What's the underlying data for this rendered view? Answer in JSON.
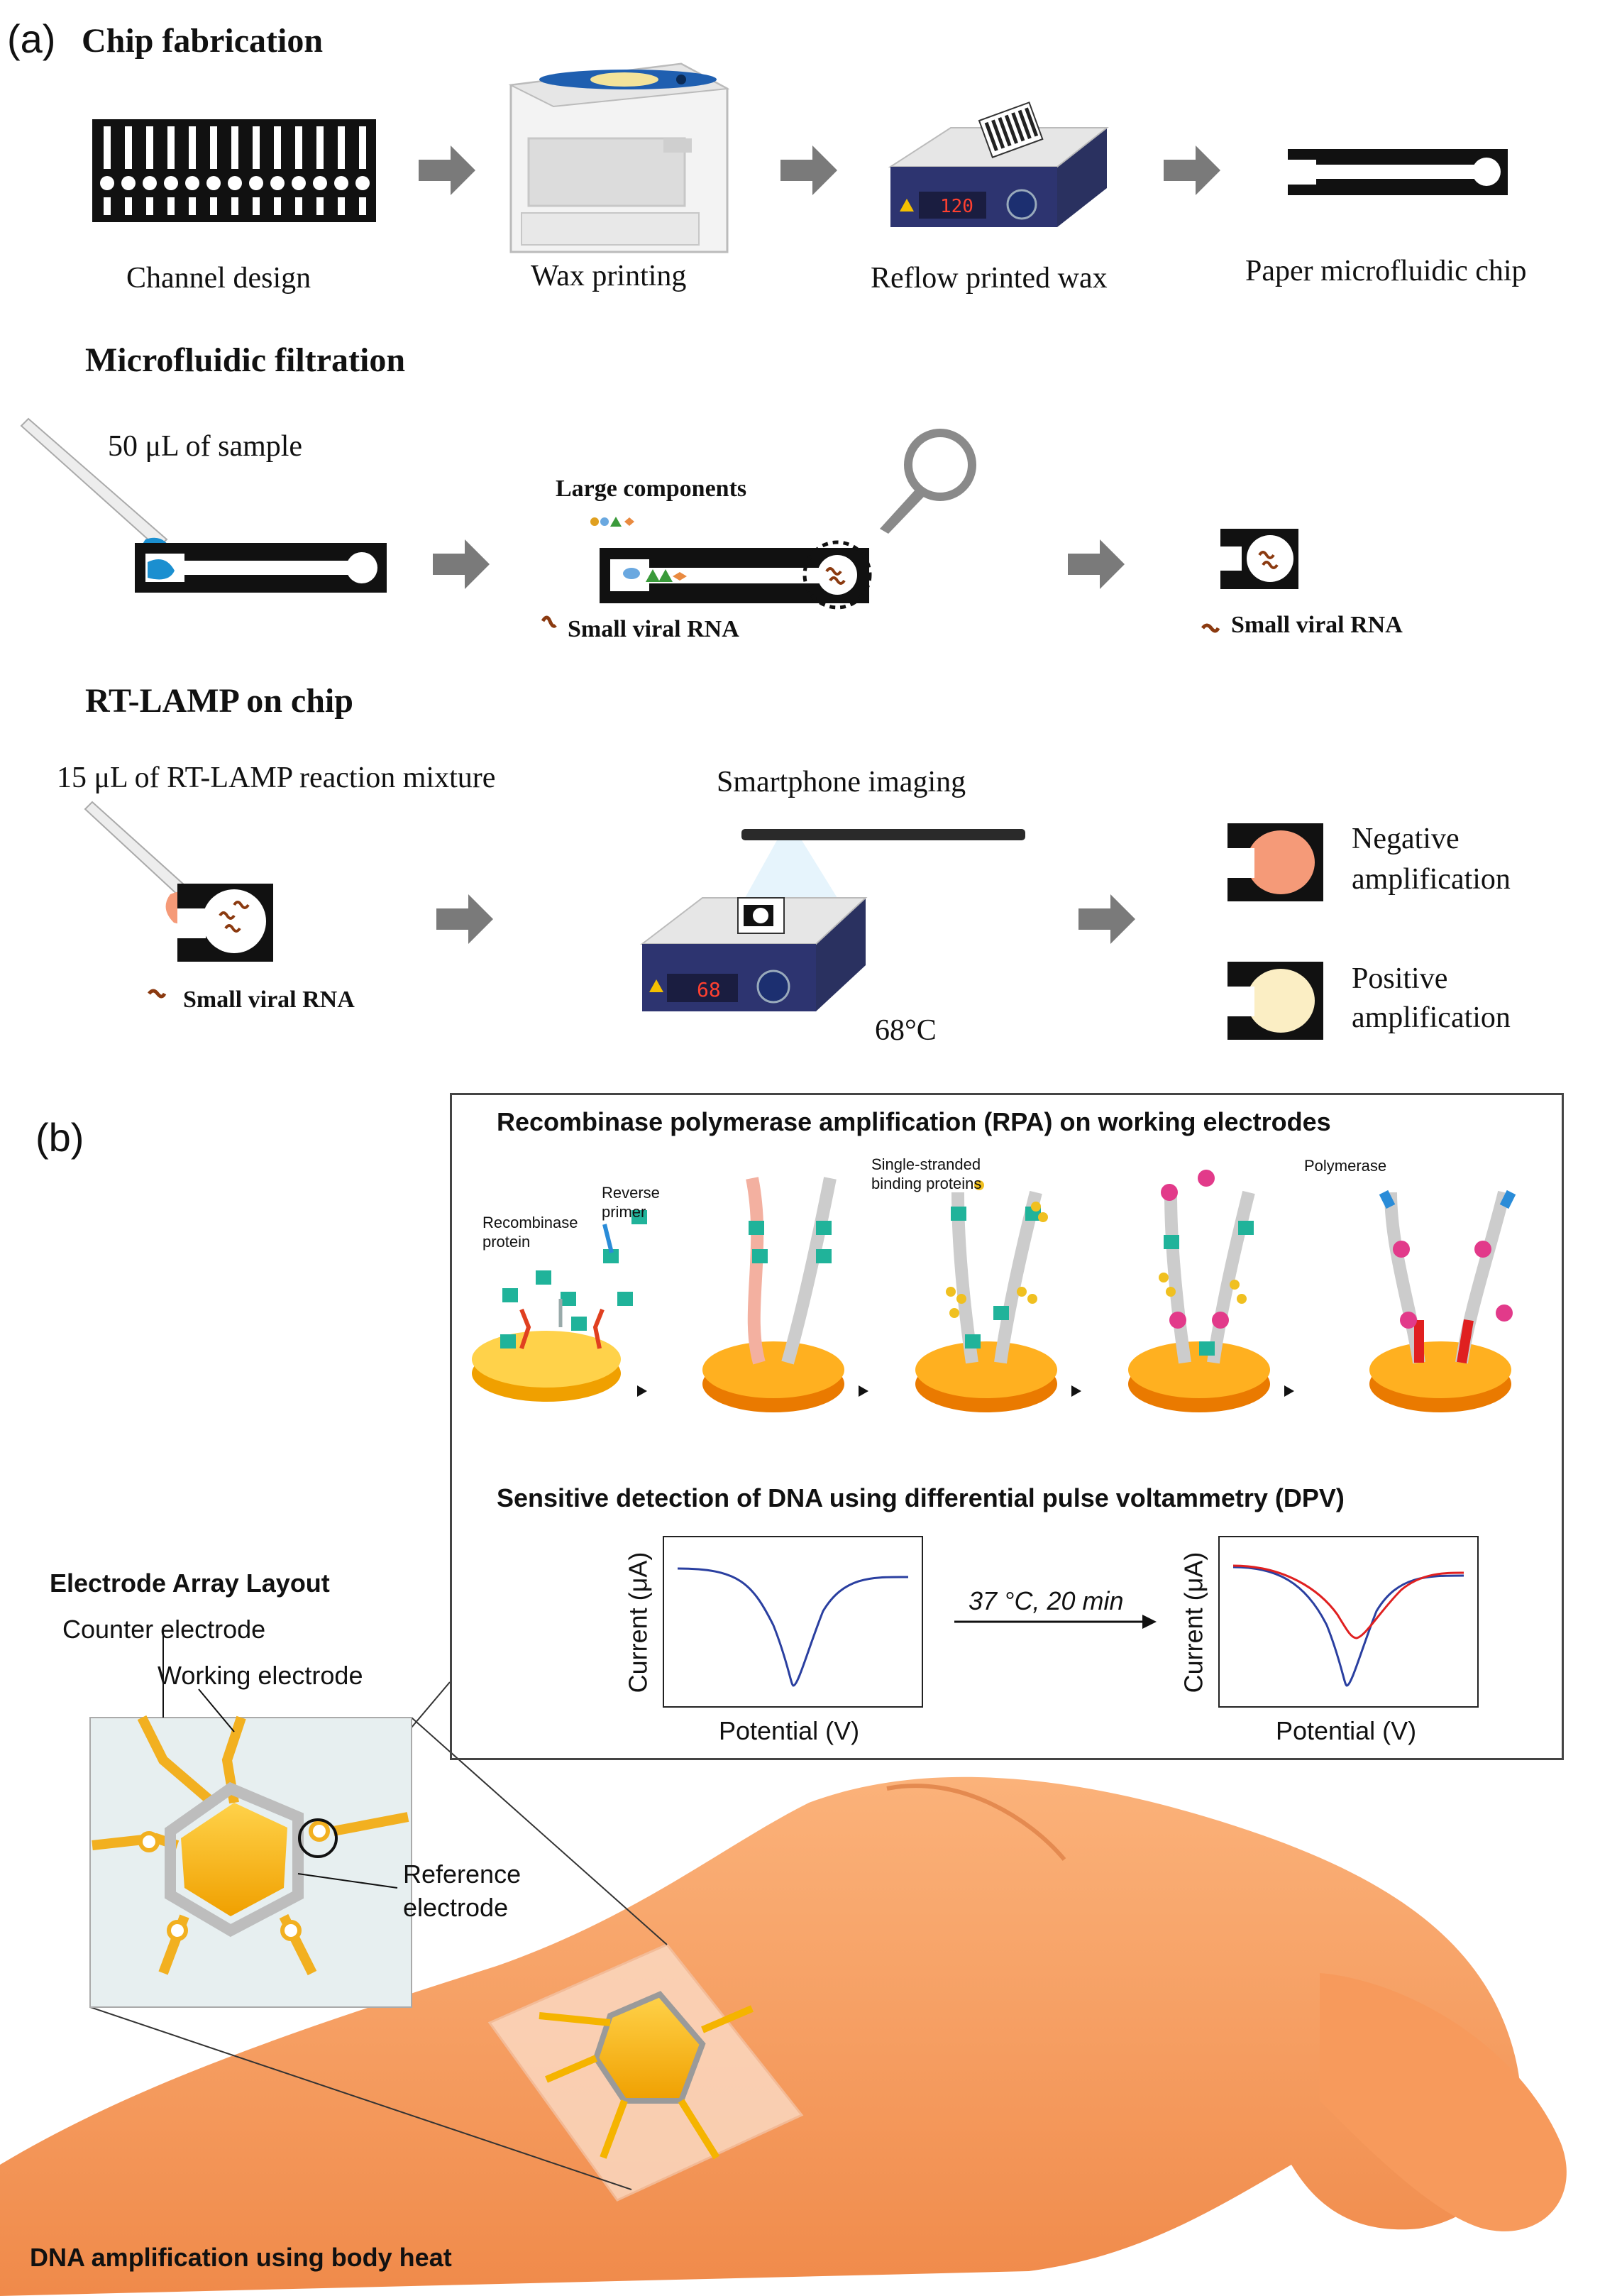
{
  "panel_a": {
    "label": "(a)",
    "chip_fabrication": {
      "title": "Chip fabrication",
      "steps": [
        "Channel design",
        "Wax printing",
        "Reflow printed wax",
        "Paper microfluidic chip"
      ],
      "hotplate_display": "120"
    },
    "microfluidic_filtration": {
      "title": "Microfluidic filtration",
      "sample_label": "50 μL of sample",
      "large_components": "Large components",
      "small_viral_rna_1": "Small viral RNA",
      "small_viral_rna_2": "Small viral RNA"
    },
    "rt_lamp": {
      "title": "RT-LAMP on chip",
      "mixture_label": "15 μL of RT-LAMP reaction mixture",
      "small_viral_rna": "Small viral RNA",
      "imaging_label": "Smartphone imaging",
      "hotplate_display": "68",
      "temperature": "68°C",
      "negative": [
        "Negative",
        "amplification"
      ],
      "positive": [
        "Positive",
        "amplification"
      ]
    }
  },
  "panel_b": {
    "label": "(b)",
    "rpa_title": "Recombinase polymerase amplification (RPA) on working electrodes",
    "labels": {
      "recombinase": [
        "Recombinase",
        "protein"
      ],
      "reverse_primer": [
        "Reverse",
        "primer"
      ],
      "ssb": [
        "Single-stranded",
        "binding proteins"
      ],
      "polymerase": "Polymerase"
    },
    "dpv_title": "Sensitive detection of DNA using differential pulse voltammetry (DPV)",
    "plot_ylabel": "Current (μA)",
    "plot_xlabel": "Potential (V)",
    "condition": "37 °C, 20 min",
    "electrode_layout": {
      "title": "Electrode Array Layout",
      "counter": "Counter electrode",
      "working": "Working electrode",
      "reference": [
        "Reference",
        "electrode"
      ]
    },
    "footer": "DNA amplification using body heat"
  },
  "colors": {
    "arrow": "#7a7a7a",
    "gold": "#f5b400",
    "skin": "#f7a66a",
    "teal": "#20b39a",
    "blue_curve": "#2a3fa0",
    "red_curve": "#e02020",
    "negative_fill": "#f59a78",
    "positive_fill": "#fbeec4"
  }
}
